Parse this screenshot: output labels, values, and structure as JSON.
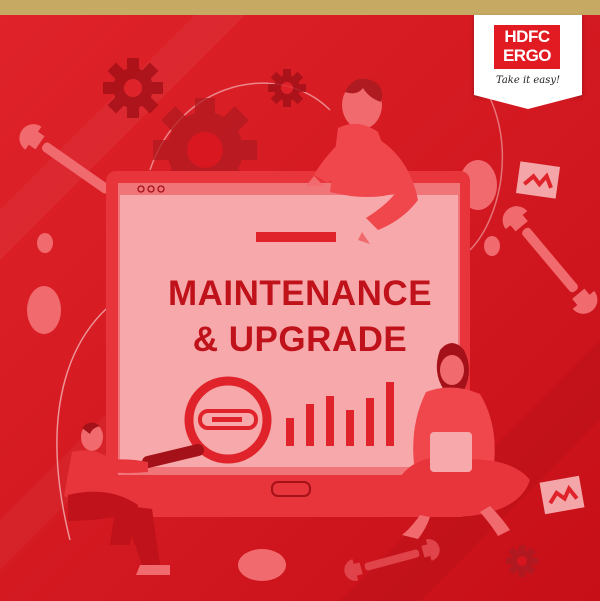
{
  "brand": {
    "logo_line1": "HDFC",
    "logo_line2": "ERGO",
    "tagline": "Take it easy!"
  },
  "headline": {
    "line1": "MAINTENANCE",
    "line2": "& UPGRADE"
  },
  "colors": {
    "background": "#d8161f",
    "accent_gold": "#c6a962",
    "screen": "#f6a8aa",
    "text_red": "#c0121a"
  }
}
